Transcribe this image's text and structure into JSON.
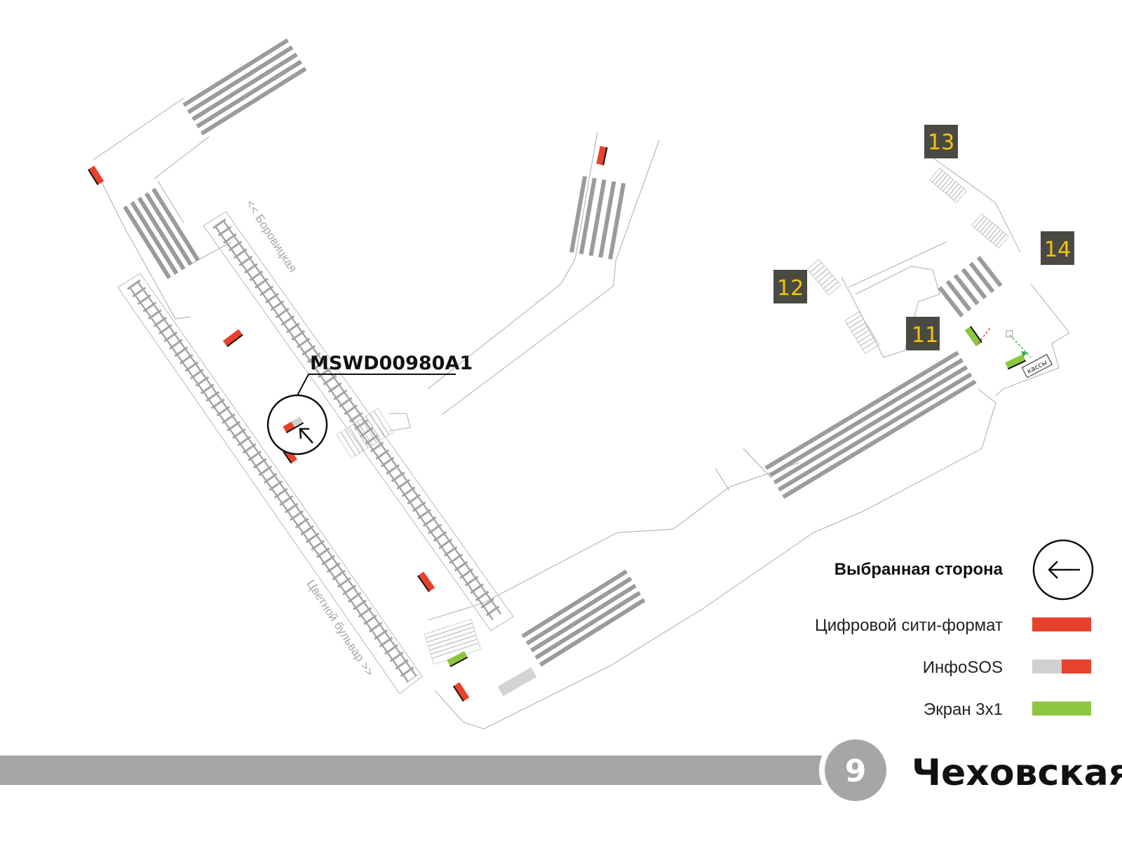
{
  "marker": {
    "code": "MSWD00980A1"
  },
  "directions": {
    "north": "<< Боровицкая",
    "south": "Цветной бульвар >>"
  },
  "exits": [
    "13",
    "14",
    "12",
    "11"
  ],
  "kassy": "кассы",
  "legend": {
    "title": "Выбранная сторона",
    "items": [
      {
        "label": "Цифровой сити-формат",
        "colors": [
          "#e8412c"
        ]
      },
      {
        "label": "ИнфоSOS",
        "colors": [
          "#d0d0d0",
          "#e8412c"
        ]
      },
      {
        "label": "Экран 3х1",
        "colors": [
          "#8dc63f"
        ]
      }
    ]
  },
  "station": {
    "line_number": "9",
    "name": "Чеховская",
    "line_color": "#a6a6a6"
  },
  "colors": {
    "digital": "#e8412c",
    "infosos_gray": "#d0d0d0",
    "screen": "#8dc63f"
  }
}
